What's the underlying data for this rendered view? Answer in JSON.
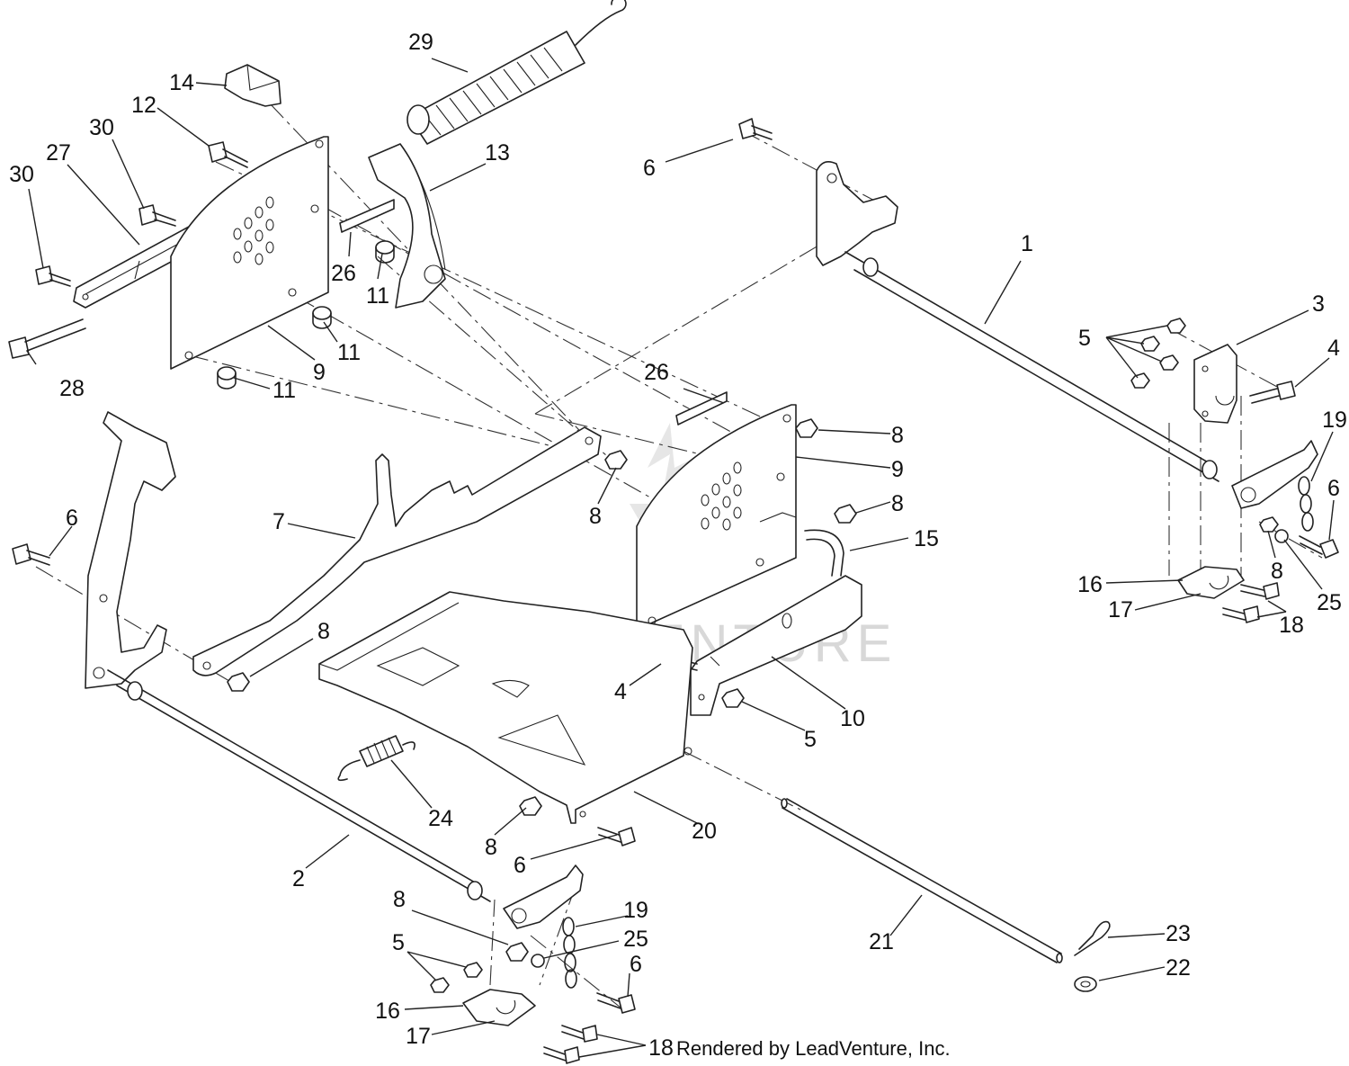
{
  "watermark": "LEADVENTURE",
  "footer": "Rendered by LeadVenture, Inc.",
  "callouts": {
    "c1": "1",
    "c2": "2",
    "c3": "3",
    "c4a": "4",
    "c4b": "4",
    "c5a": "5",
    "c5b": "5",
    "c5c": "5",
    "c6a": "6",
    "c6b": "6",
    "c6c": "6",
    "c6d": "6",
    "c6e": "6",
    "c7": "7",
    "c8a": "8",
    "c8b": "8",
    "c8c": "8",
    "c8d": "8",
    "c8e": "8",
    "c8f": "8",
    "c8g": "8",
    "c9a": "9",
    "c9b": "9",
    "c10": "10",
    "c11a": "11",
    "c11b": "11",
    "c11c": "11",
    "c12": "12",
    "c13": "13",
    "c14": "14",
    "c15": "15",
    "c16a": "16",
    "c16b": "16",
    "c17a": "17",
    "c17b": "17",
    "c18a": "18",
    "c18b": "18",
    "c19a": "19",
    "c19b": "19",
    "c20": "20",
    "c21": "21",
    "c22": "22",
    "c23": "23",
    "c24": "24",
    "c25a": "25",
    "c25b": "25",
    "c26a": "26",
    "c26b": "26",
    "c27": "27",
    "c28": "28",
    "c29": "29",
    "c30a": "30",
    "c30b": "30"
  }
}
